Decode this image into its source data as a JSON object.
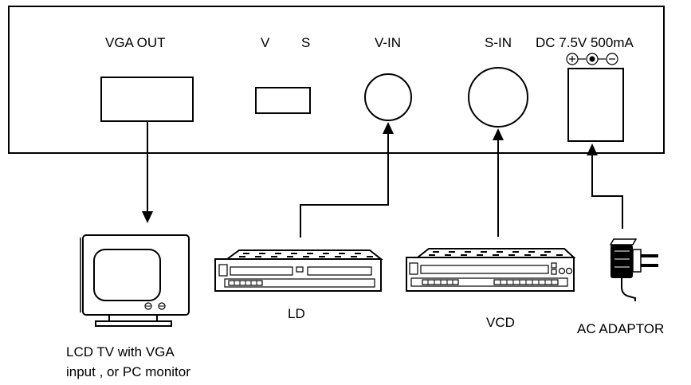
{
  "panel": {
    "vga_out": "VGA OUT",
    "switch_v": "V",
    "switch_s": "S",
    "v_in": "V-IN",
    "s_in": "S-IN",
    "dc_power": "DC 7.5V 500mA"
  },
  "devices": {
    "monitor_line1": "LCD TV with VGA",
    "monitor_line2": "input , or PC monitor",
    "ld": "LD",
    "vcd": "VCD",
    "adaptor": "AC ADAPTOR"
  }
}
